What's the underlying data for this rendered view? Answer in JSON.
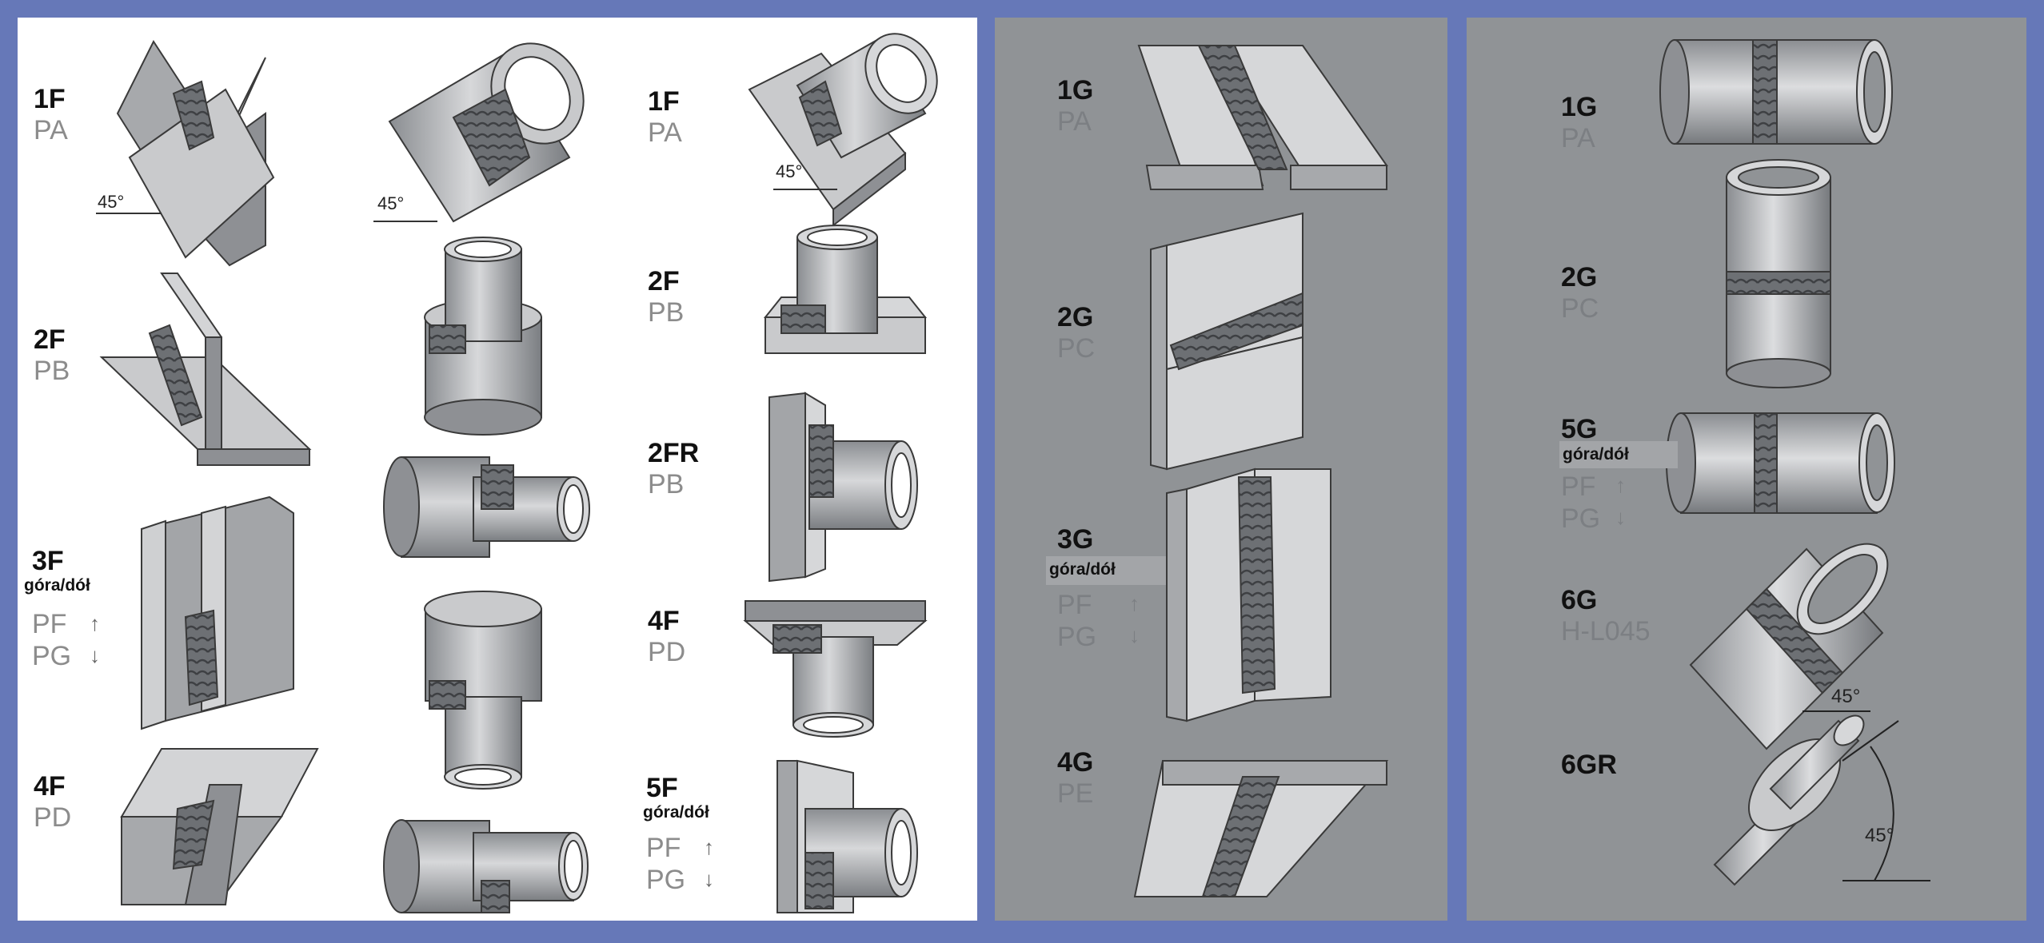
{
  "left_panel": {
    "col1": [
      {
        "code": "1F",
        "pos": "PA",
        "angle": "45°"
      },
      {
        "code": "2F",
        "pos": "PB"
      },
      {
        "code": "3F",
        "note": "góra/dół",
        "pos_up": "PF",
        "pos_down": "PG",
        "arrow_up": "↑",
        "arrow_down": "↓"
      },
      {
        "code": "4F",
        "pos": "PD"
      }
    ],
    "col2_angle": "45°",
    "col3": [
      {
        "code": "1F",
        "pos": "PA",
        "angle": "45°"
      },
      {
        "code": "2F",
        "pos": "PB"
      },
      {
        "code": "2FR",
        "pos": "PB"
      },
      {
        "code": "4F",
        "pos": "PD"
      },
      {
        "code": "5F",
        "note": "góra/dół",
        "pos_up": "PF",
        "pos_down": "PG",
        "arrow_up": "↑",
        "arrow_down": "↓"
      }
    ]
  },
  "middle_panel": [
    {
      "code": "1G",
      "pos": "PA"
    },
    {
      "code": "2G",
      "pos": "PC"
    },
    {
      "code": "3G",
      "note": "góra/dół",
      "pos_up": "PF",
      "pos_down": "PG",
      "arrow_up": "↑",
      "arrow_down": "↓"
    },
    {
      "code": "4G",
      "pos": "PE"
    }
  ],
  "right_panel": [
    {
      "code": "1G",
      "pos": "PA"
    },
    {
      "code": "2G",
      "pos": "PC"
    },
    {
      "code": "5G",
      "note": "góra/dół",
      "pos_up": "PF",
      "pos_down": "PG",
      "arrow_up": "↑",
      "arrow_down": "↓"
    },
    {
      "code": "6G",
      "pos": "H-L045",
      "angle": "45°"
    },
    {
      "code": "6GR",
      "angle": "45°"
    }
  ],
  "colors": {
    "frame": "#6678b8",
    "white_panel": "#ffffff",
    "grey_panel": "#909396",
    "metal": "#a9abae",
    "metal_light": "#d6d7d9",
    "metal_dark": "#7d8084",
    "weld": "#6f7276"
  }
}
